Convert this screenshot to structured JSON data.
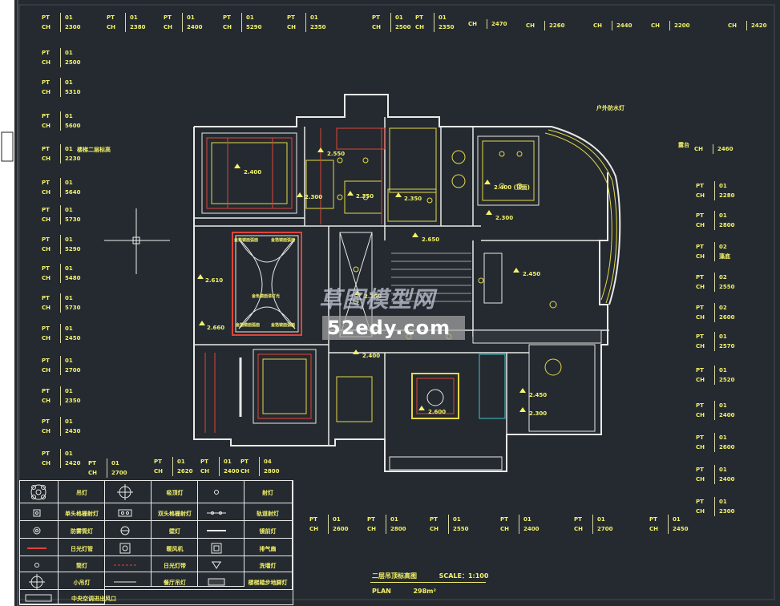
{
  "colors": {
    "background": "#242a2f",
    "tag_text": "#f4f26a",
    "wall": "#e9e9e9",
    "ceiling_red": "#e0443a",
    "ceiling_yellow": "#e6d84a",
    "fixture_cyan": "#3fc6c8"
  },
  "tags": {
    "top": [
      {
        "pt": "01",
        "ch": "2300"
      },
      {
        "pt": "01",
        "ch": "2380"
      },
      {
        "pt": "01",
        "ch": "2400"
      },
      {
        "pt": "01",
        "ch": "5290"
      },
      {
        "pt": "01",
        "ch": "2350"
      },
      {
        "pt": "01",
        "ch": "2500"
      },
      {
        "pt": "01",
        "ch": "2350"
      }
    ],
    "top_ch_only": [
      "2470",
      "2260",
      "2440",
      "2200",
      "2420"
    ],
    "left": [
      {
        "pt": "01",
        "ch": "2500"
      },
      {
        "pt": "01",
        "ch": "5310"
      },
      {
        "pt": "01",
        "ch": "5600"
      },
      {
        "pt": "01",
        "ch": "2230"
      },
      {
        "pt": "01",
        "ch": "5640"
      },
      {
        "pt": "01",
        "ch": "5730"
      },
      {
        "pt": "01",
        "ch": "5290"
      },
      {
        "pt": "01",
        "ch": "5480"
      },
      {
        "pt": "01",
        "ch": "5730"
      },
      {
        "pt": "01",
        "ch": "2450"
      },
      {
        "pt": "01",
        "ch": "2700"
      },
      {
        "pt": "01",
        "ch": "2350"
      },
      {
        "pt": "01",
        "ch": "2430"
      },
      {
        "pt": "01",
        "ch": "2420"
      }
    ],
    "right": [
      {
        "pt": "01",
        "ch": "2280"
      },
      {
        "pt": "01",
        "ch": "2800"
      },
      {
        "pt": "02",
        "ch": "藻底"
      },
      {
        "pt": "02",
        "ch": "2550"
      },
      {
        "pt": "02",
        "ch": "2600"
      },
      {
        "pt": "01",
        "ch": "2570"
      },
      {
        "pt": "01",
        "ch": "2520"
      },
      {
        "pt": "01",
        "ch": "2400"
      },
      {
        "pt": "01",
        "ch": "2600"
      },
      {
        "pt": "01",
        "ch": "2400"
      },
      {
        "pt": "01",
        "ch": "2300"
      }
    ],
    "bottom_left": [
      {
        "pt": "01",
        "ch": "2700"
      },
      {
        "pt": "01",
        "ch": "2620"
      },
      {
        "pt": "01",
        "ch": "2400"
      },
      {
        "pt": "04",
        "ch": "2800"
      }
    ],
    "bottom_right": [
      {
        "pt": "01",
        "ch": "2600"
      },
      {
        "pt": "01",
        "ch": "2800"
      },
      {
        "pt": "01",
        "ch": "2550"
      },
      {
        "pt": "01",
        "ch": "2400"
      },
      {
        "pt": "01",
        "ch": "2700"
      },
      {
        "pt": "01",
        "ch": "2450"
      }
    ],
    "pt_key": "PT",
    "ch_key": "CH"
  },
  "notes": {
    "stair_note": "楼梯二层标高",
    "balcony_note": "户外防水灯",
    "right_label": "露台",
    "right_ch": "2460",
    "ceiling_labels": [
      "金箔镜面弧面",
      "金箔镜面弧面",
      "金色镜面漆灯光",
      "金箔镜面弧面",
      "金箔镜面弧面"
    ]
  },
  "heights": [
    "2.400",
    "2.550",
    "2.300",
    "2.350",
    "2.350",
    "2.400 (顶面)",
    "2.300",
    "2.650",
    "2.610",
    "2.350",
    "2.450",
    "2.660",
    "2.400",
    "2.450",
    "2.600",
    "2.300"
  ],
  "legend": [
    {
      "label": "吊灯",
      "icon": "chandelier-icon"
    },
    {
      "label": "吸顶灯",
      "icon": "ceiling-lamp-icon"
    },
    {
      "label": "射灯",
      "icon": "spotlight-icon"
    },
    {
      "label": "单头格栅射灯",
      "icon": "single-grille-spotlight-icon"
    },
    {
      "label": "双头格栅射灯",
      "icon": "double-grille-spotlight-icon"
    },
    {
      "label": "轨道射灯",
      "icon": "track-spotlight-icon"
    },
    {
      "label": "防雾筒灯",
      "icon": "antifog-downlight-icon"
    },
    {
      "label": "壁灯",
      "icon": "wall-lamp-icon"
    },
    {
      "label": "镜前灯",
      "icon": "mirror-light-icon"
    },
    {
      "label": "日光灯管",
      "icon": "fluorescent-tube-icon"
    },
    {
      "label": "暖风机",
      "icon": "heater-icon"
    },
    {
      "label": "排气扇",
      "icon": "exhaust-fan-icon"
    },
    {
      "label": "筒灯",
      "icon": "downlight-icon"
    },
    {
      "label": "日光灯带",
      "icon": "light-strip-icon"
    },
    {
      "label": "洗墙灯",
      "icon": "wall-washer-icon"
    },
    {
      "label": "小吊灯",
      "icon": "small-pendant-icon"
    },
    {
      "label": "餐厅吊灯",
      "icon": "dining-pendant-icon"
    },
    {
      "label": "楼梯踏步地脚灯",
      "icon": "step-light-icon"
    },
    {
      "label": "中央空调进出风口",
      "icon": "ac-vent-icon"
    }
  ],
  "title_block": {
    "title": "二层吊顶标高图",
    "scale": "SCALE：1:100",
    "plan_label": "PLAN",
    "area": "298m²"
  },
  "watermark": {
    "line1": "草图模型网",
    "line2": "52edy.com"
  }
}
